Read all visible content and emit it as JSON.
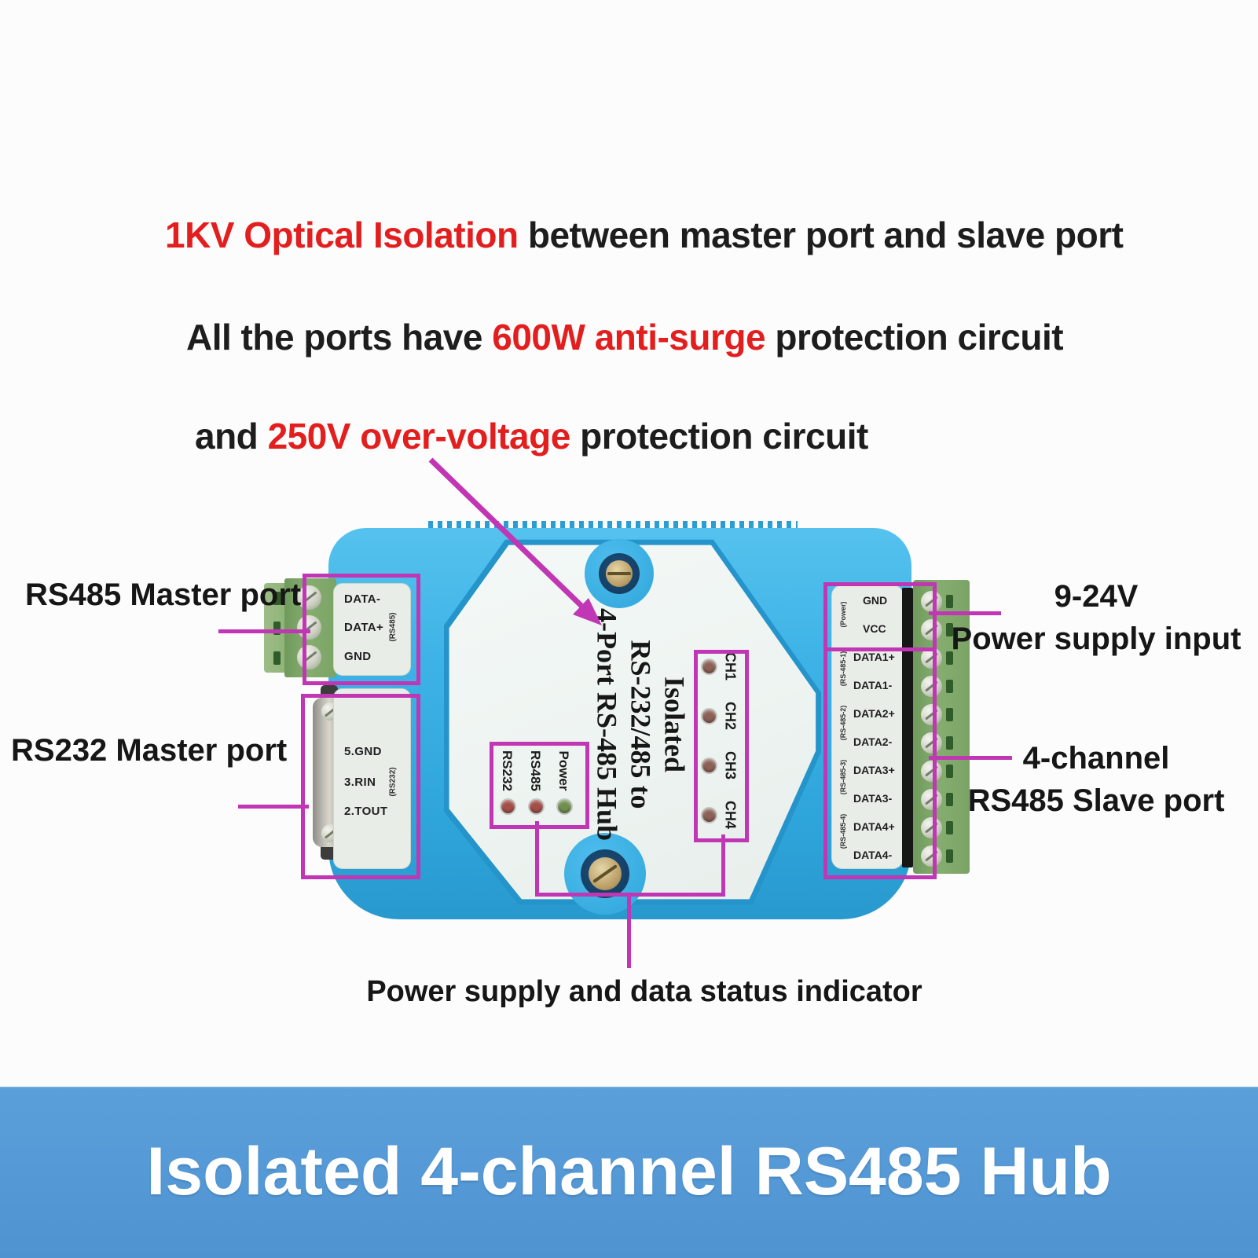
{
  "annotations": {
    "claims": [
      {
        "pre": "",
        "red": "1KV Optical Isolation",
        "post": " between master port and slave port"
      },
      {
        "pre": "All the ports have ",
        "red": "600W anti-surge",
        "post": " protection circuit"
      },
      {
        "pre": "and ",
        "red": "250V over-voltage",
        "post": " protection circuit"
      }
    ],
    "rs485_master_label": "RS485 Master port",
    "rs232_master_label": "RS232 Master port",
    "power_input_line1": "9-24V",
    "power_input_line2": "Power supply input",
    "slave_port_line1": "4-channel",
    "slave_port_line2": "RS485 Slave port",
    "status_indicator_label": "Power supply and data status indicator"
  },
  "device": {
    "master_rs485_terminal": {
      "pins": [
        "DATA-",
        "DATA+",
        "GND"
      ],
      "tag": "(RS485)"
    },
    "master_rs232_port": {
      "pins": [
        "5.GND",
        "3.RIN",
        "2.TOUT"
      ],
      "tag": "(RS232)"
    },
    "center_label": {
      "lines": [
        "Isolated",
        "RS-232/485 to",
        "4-Port RS-485 Hub"
      ]
    },
    "status_leds": [
      {
        "label": "Power",
        "color": "green"
      },
      {
        "label": "RS485",
        "color": "red"
      },
      {
        "label": "RS232",
        "color": "red"
      }
    ],
    "channel_leds": [
      {
        "label": "CH1"
      },
      {
        "label": "CH2"
      },
      {
        "label": "CH3"
      },
      {
        "label": "CH4"
      }
    ],
    "slave_terminal": {
      "pins": [
        "GND",
        "VCC",
        "DATA1+",
        "DATA1-",
        "DATA2+",
        "DATA2-",
        "DATA3+",
        "DATA3-",
        "DATA4+",
        "DATA4-"
      ],
      "tags": [
        "(Power)",
        "(RS-485-1)",
        "(RS-485-2)",
        "(RS-485-3)",
        "(RS-485-4)"
      ]
    }
  },
  "banner": {
    "title": "Isolated 4-channel RS485 Hub"
  },
  "colors": {
    "annotation_magenta": "#c136b4",
    "highlight_red": "#e31e1e",
    "banner_blue": "#5499d6",
    "body_blue": "#3eb3e7",
    "terminal_green": "#7fa96a",
    "led_green": "#6f8e4f",
    "led_red": "#a34e48",
    "panel_white": "#eff4f1"
  }
}
